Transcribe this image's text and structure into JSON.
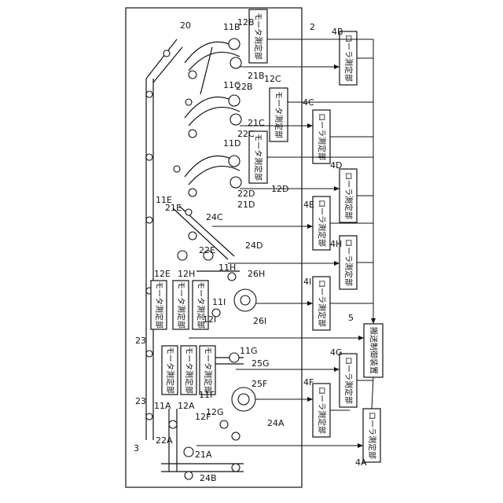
{
  "box_texts": {
    "motor": "モータ測定部",
    "roller": "ローラ測定部",
    "controller": "搬送制御装置"
  },
  "refs": {
    "r2": "2",
    "r3": "3",
    "r5": "5",
    "r20": "20",
    "r23a": "23",
    "r23b": "23",
    "r11A": "11A",
    "r11B": "11B",
    "r11C": "11C",
    "r11D": "11D",
    "r11E": "11E",
    "r11F": "11F",
    "r11G": "11G",
    "r11H": "11H",
    "r11I": "11I",
    "r12A": "12A",
    "r12B": "12B",
    "r12C": "12C",
    "r12D": "12D",
    "r12E": "12E",
    "r12F": "12F",
    "r12G": "12G",
    "r12H": "12H",
    "r12I": "12I",
    "r21A": "21A",
    "r21B": "21B",
    "r21C": "21C",
    "r21D": "21D",
    "r21E": "21E",
    "r22A": "22A",
    "r22B": "22B",
    "r22C": "22C",
    "r22D": "22D",
    "r22E": "22E",
    "r24A": "24A",
    "r24B": "24B",
    "r24C": "24C",
    "r24D": "24D",
    "r25F": "25F",
    "r25G": "25G",
    "r26H": "26H",
    "r26I": "26I",
    "r4A": "4A",
    "r4B": "4B",
    "r4C": "4C",
    "r4D": "4D",
    "r4E": "4E",
    "r4F": "4F",
    "r4G": "4G",
    "r4H": "4H",
    "r4I": "4I"
  }
}
